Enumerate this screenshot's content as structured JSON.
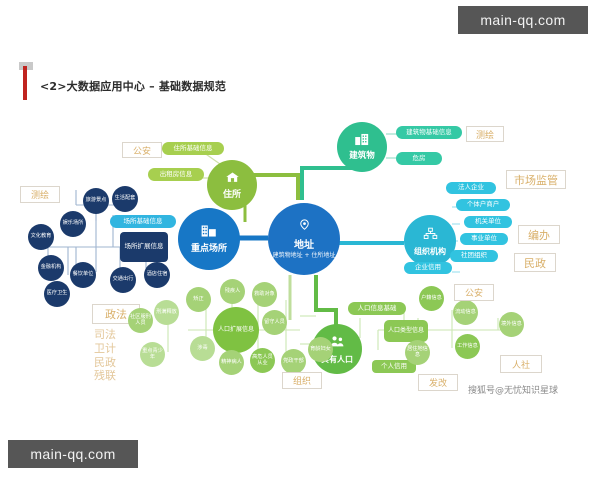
{
  "page": {
    "title": "<2>大数据应用中心 – 基础数据规范",
    "accent_red": "#c0241f",
    "bg": "#ffffff"
  },
  "watermarks": {
    "top": "main-qq.com",
    "bottom": "main-qq.com",
    "sohu": "搜狐号@无忧知识星球"
  },
  "colors": {
    "hub_address": "#1d72c4",
    "hub_venue": "#1777c6",
    "hub_residence": "#8cbe3f",
    "hub_building": "#2fbf8f",
    "hub_org": "#2ab7d4",
    "hub_population": "#62bb46",
    "navy": "#1b3a6b",
    "green_pill": "#a7cf4f",
    "teal_pill": "#35c9a5",
    "cyan_pill": "#31c3e0",
    "lightgreen_pill": "#7fc241",
    "pale_green": "#b9dd92",
    "box_text": "#d9b06a",
    "box_border": "#dcd6cc"
  },
  "hubs": [
    {
      "id": "address",
      "title": "地址",
      "subtitle": "建筑物地址 + 住所地址",
      "icon": "location-pin-icon"
    },
    {
      "id": "venue",
      "title": "重点场所",
      "subtitle": "",
      "icon": "building-block-icon"
    },
    {
      "id": "residence",
      "title": "住所",
      "subtitle": "",
      "icon": "house-icon"
    },
    {
      "id": "building",
      "title": "建筑物",
      "subtitle": "",
      "icon": "city-buildings-icon"
    },
    {
      "id": "org",
      "title": "组织机构",
      "subtitle": "",
      "icon": "org-chart-icon"
    },
    {
      "id": "population",
      "title": "实有人口",
      "subtitle": "",
      "icon": "people-icon"
    }
  ],
  "residence_branch": {
    "pills": [
      "住所基础信息",
      "出租房信息"
    ],
    "agency": "公安"
  },
  "building_branch": {
    "pills": [
      "建筑物基础信息",
      "危房"
    ],
    "agency": "测绘"
  },
  "org_branch": {
    "pills": [
      "法人企业",
      "个体户商户",
      "机关单位",
      "事业单位",
      "社团组织",
      "企业信用"
    ],
    "agencies": [
      "市场监管",
      "编办",
      "民政"
    ]
  },
  "venue_branch": {
    "top_pill": "场所基础信息",
    "center": "场所扩展信息",
    "nodes": [
      "旅游景点",
      "生活配套",
      "娱乐场所",
      "文化教育",
      "金融机构",
      "餐饮单位",
      "交通出行",
      "酒店住宿",
      "医疗卫生"
    ],
    "agency": "测绘"
  },
  "population_branch": {
    "pills": [
      "人口信息基础",
      "人口类型信息",
      "个人信用"
    ],
    "nodes": [
      "户籍信息",
      "流动信息",
      "境外信息",
      "居住地信息",
      "工作信息"
    ],
    "agencies": [
      "公安",
      "人社",
      "发改"
    ]
  },
  "population_extension": {
    "center": "人口扩展信息",
    "nodes": [
      "残疾人",
      "救助对象",
      "矫正",
      "刑满释放",
      "留守人员",
      "涉毒",
      "精神病人",
      "高危人员从业",
      "党政干部",
      "育龄妇女",
      "社区服刑人员",
      "重点青少年"
    ],
    "agency": "组织"
  },
  "legal_block": {
    "box": "政法",
    "list": "司法\n卫计\n民政\n残联"
  }
}
